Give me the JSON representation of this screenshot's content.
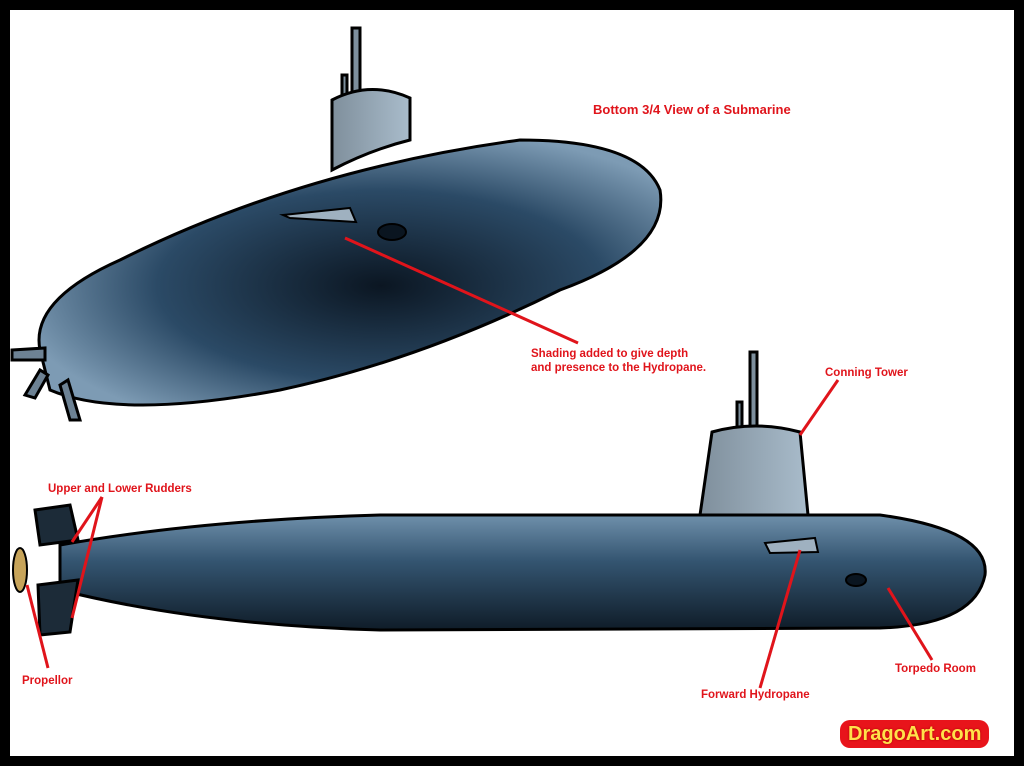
{
  "title": "Bottom 3/4 View of a Submarine",
  "labels": {
    "shading": [
      "Shading added to give depth",
      "and presence to the Hydropane."
    ],
    "conning_tower": "Conning Tower",
    "rudders": "Upper and Lower Rudders",
    "propellor": "Propellor",
    "forward_hydropane": "Forward Hydropane",
    "torpedo_room": "Torpedo Room"
  },
  "logo": "DragoArt.com",
  "colors": {
    "label": "#e0141b",
    "hull": "#1d3346"
  }
}
